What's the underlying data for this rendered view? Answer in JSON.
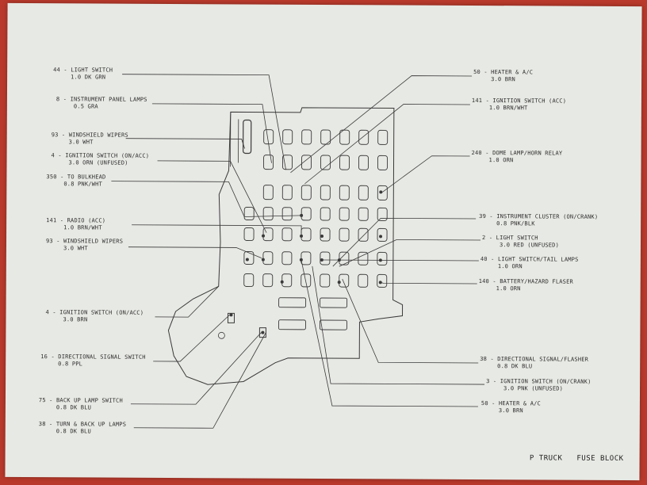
{
  "title": {
    "vehicle": "P TRUCK",
    "component": "FUSE BLOCK"
  },
  "left_labels": [
    {
      "l1": "44 - LIGHT SWITCH",
      "l2": "1.0 DK GRN"
    },
    {
      "l1": "8 - INSTRUMENT PANEL LAMPS",
      "l2": "0.5 GRA"
    },
    {
      "l1": "93 - WINDSHIELD WIPERS",
      "l2": "3.0 WHT"
    },
    {
      "l1": "4 - IGNITION SWITCH (ON/ACC)",
      "l2": "3.0 ORN (UNFUSED)"
    },
    {
      "l1": "350 - TO BULKHEAD",
      "l2": "0.8 PNK/WHT"
    },
    {
      "l1": "141 - RADIO (ACC)",
      "l2": "1.0 BRN/WHT"
    },
    {
      "l1": "93 - WINDSHIELD WIPERS",
      "l2": "3.0 WHT"
    },
    {
      "l1": "4 - IGNITION SWITCH (ON/ACC)",
      "l2": "3.0 BRN"
    },
    {
      "l1": "16 - DIRECTIONAL SIGNAL SWITCH",
      "l2": "0.8 PPL"
    },
    {
      "l1": "75 - BACK UP LAMP SWITCH",
      "l2": "0.8 DK BLU"
    },
    {
      "l1": "38 - TURN & BACK UP LAMPS",
      "l2": "0.8 DK BLU"
    }
  ],
  "right_labels": [
    {
      "l1": "50 - HEATER & A/C",
      "l2": "3.0 BRN"
    },
    {
      "l1": "141 - IGNITION SWITCH (ACC)",
      "l2": "1.0 BRN/WHT"
    },
    {
      "l1": "240 - DOME LAMP/HORN RELAY",
      "l2": "1.0 ORN"
    },
    {
      "l1": "39 - INSTRUMENT CLUSTER (ON/CRANK)",
      "l2": "0.8 PNK/BLK"
    },
    {
      "l1": "2 - LIGHT SWITCH",
      "l2": "3.0 RED (UNFUSED)"
    },
    {
      "l1": "40 - LIGHT SWITCH/TAIL LAMPS",
      "l2": "1.0 ORN"
    },
    {
      "l1": "140 - BATTERY/HAZARD FLASER",
      "l2": "1.0 ORN"
    },
    {
      "l1": "38 - DIRECTIONAL SIGNAL/FLASHER",
      "l2": "0.8 DK BLU"
    },
    {
      "l1": "3 - IGNITION SWITCH (ON/CRANK)",
      "l2": "3.0 PNK (UNFUSED)"
    },
    {
      "l1": "50 - HEATER & A/C",
      "l2": "3.0 BRN"
    }
  ]
}
